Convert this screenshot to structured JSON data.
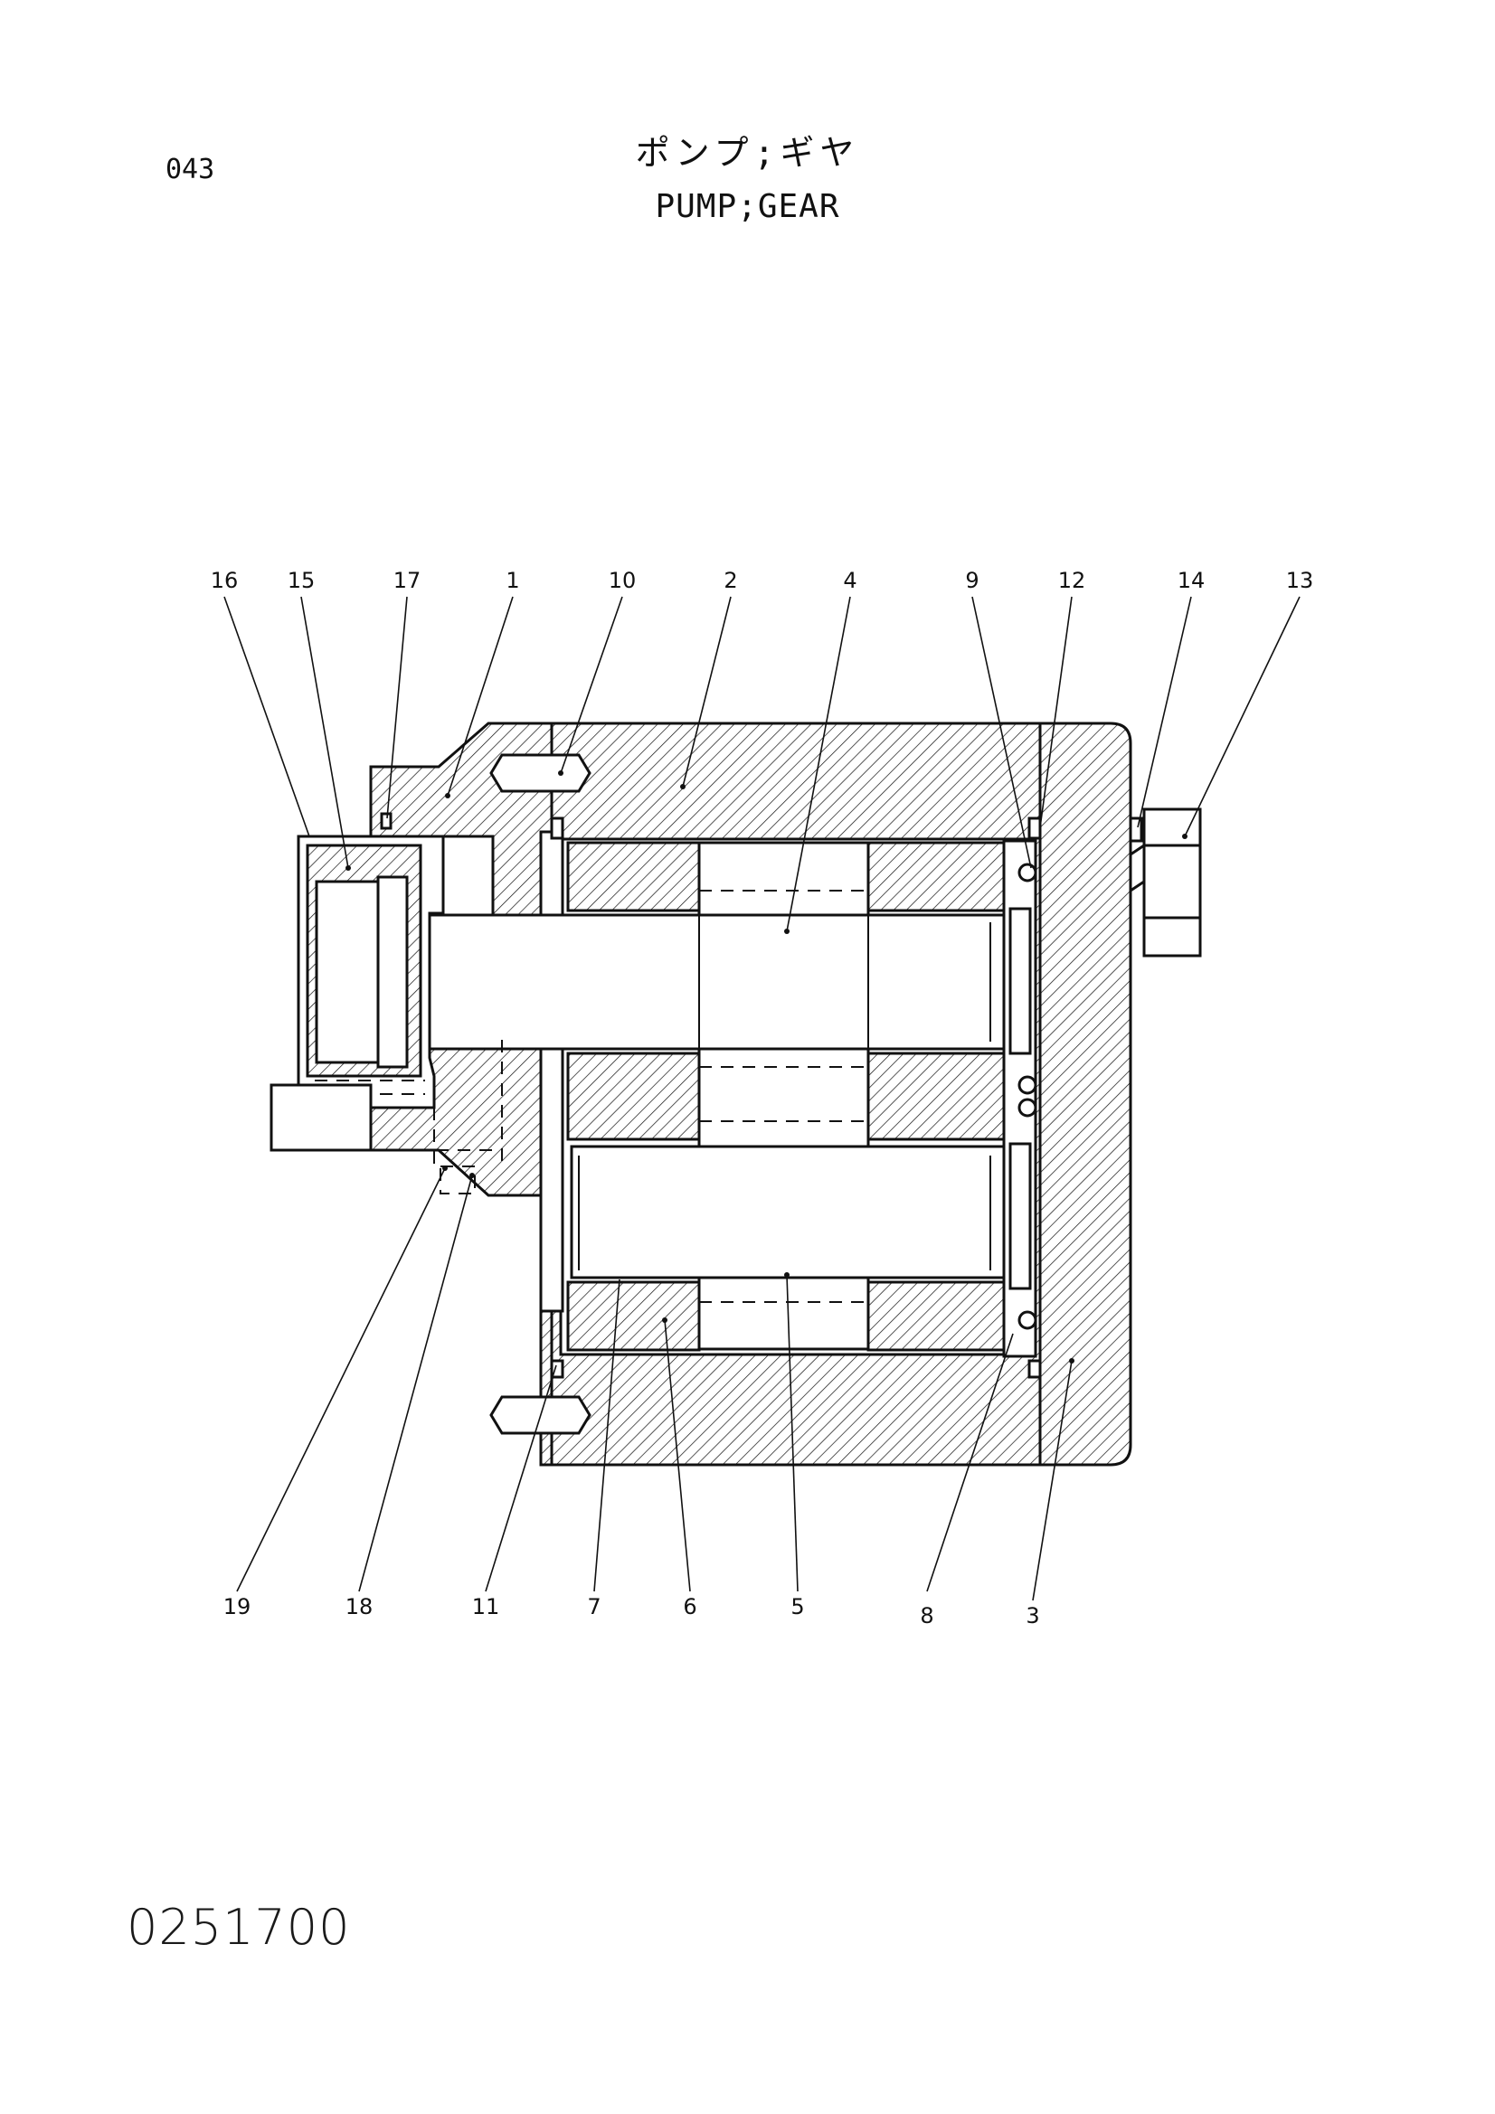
{
  "header": {
    "page_number": "043",
    "title_jp": "ポンプ;ギヤ",
    "title_en": "PUMP;GEAR"
  },
  "footer": {
    "document_number": "0251700"
  },
  "callouts": [
    "1",
    "2",
    "3",
    "4",
    "5",
    "6",
    "7",
    "8",
    "9",
    "10",
    "11",
    "12",
    "13",
    "14",
    "15",
    "16",
    "17",
    "18",
    "19"
  ],
  "colors": {
    "ink": "#111111",
    "paper": "#ffffff"
  }
}
